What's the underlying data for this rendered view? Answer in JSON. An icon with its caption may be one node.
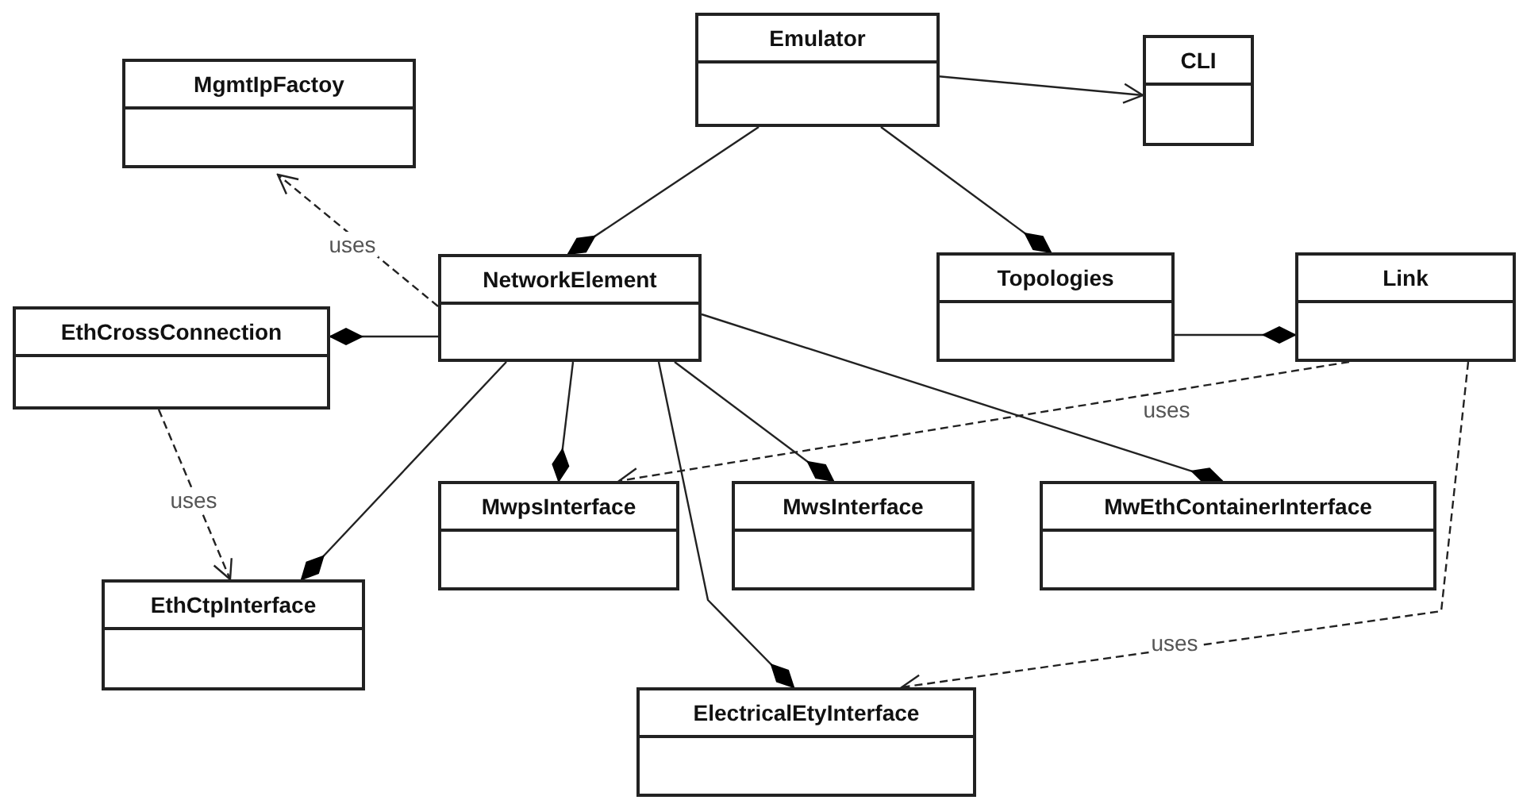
{
  "diagram": {
    "nodes": [
      {
        "text": [
          "Emulator"
        ]
      },
      {
        "text": [
          "CLI"
        ]
      },
      {
        "text": [
          "MgmtIpFactoy"
        ]
      },
      {
        "text": [
          "NetworkElement"
        ]
      },
      {
        "text": [
          "Topologies"
        ]
      },
      {
        "text": [
          "Link"
        ]
      },
      {
        "text": [
          "EthCrossConnection"
        ]
      },
      {
        "text": [
          "MwpsInterface"
        ]
      },
      {
        "text": [
          "MwsInterface"
        ]
      },
      {
        "text": [
          "MwEthContainerInterface"
        ]
      },
      {
        "text": [
          "EthCtpInterface"
        ]
      },
      {
        "text": [
          "ElectricalEtyInterface"
        ]
      }
    ],
    "edges": [
      {
        "from": 0,
        "to": 1,
        "arrow": "to"
      },
      {
        "from": 0,
        "to": 3,
        "arrow": "other"
      },
      {
        "from": 0,
        "to": 4,
        "arrow": "other"
      },
      {
        "from": 3,
        "to": 2,
        "arrow": "to",
        "style": "dashed",
        "label": "uses"
      },
      {
        "from": 3,
        "to": 6,
        "arrow": "other"
      },
      {
        "from": 4,
        "to": 5,
        "arrow": "other"
      },
      {
        "from": 3,
        "to": 10,
        "arrow": "other"
      },
      {
        "from": 3,
        "to": 7,
        "arrow": "other"
      },
      {
        "from": 3,
        "to": 8,
        "arrow": "other"
      },
      {
        "from": 3,
        "to": 11,
        "arrow": "other"
      },
      {
        "from": 3,
        "to": 9,
        "arrow": "other"
      },
      {
        "from": 6,
        "to": 10,
        "arrow": "to",
        "style": "dashed",
        "label": "uses"
      },
      {
        "from": 5,
        "to": 7,
        "arrow": "to",
        "style": "dashed",
        "label": "uses"
      },
      {
        "from": 5,
        "to": 11,
        "arrow": "to",
        "style": "dashed",
        "label": "uses"
      }
    ]
  }
}
